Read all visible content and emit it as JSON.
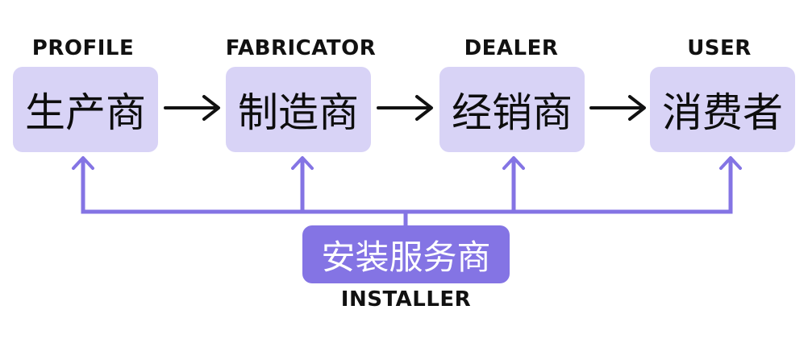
{
  "stages": [
    {
      "en": "PROFILE",
      "zh": "生产商"
    },
    {
      "en": "FABRICATOR",
      "zh": "制造商"
    },
    {
      "en": "DEALER",
      "zh": "经销商"
    },
    {
      "en": "USER",
      "zh": "消费者"
    }
  ],
  "installer": {
    "en": "INSTALLER",
    "zh": "安装服务商"
  },
  "colors": {
    "stage_box": "#d8d3f6",
    "installer_box": "#8474e4",
    "feedback_line": "#8474e4",
    "flow_arrow": "#111111",
    "text": "#111111"
  }
}
